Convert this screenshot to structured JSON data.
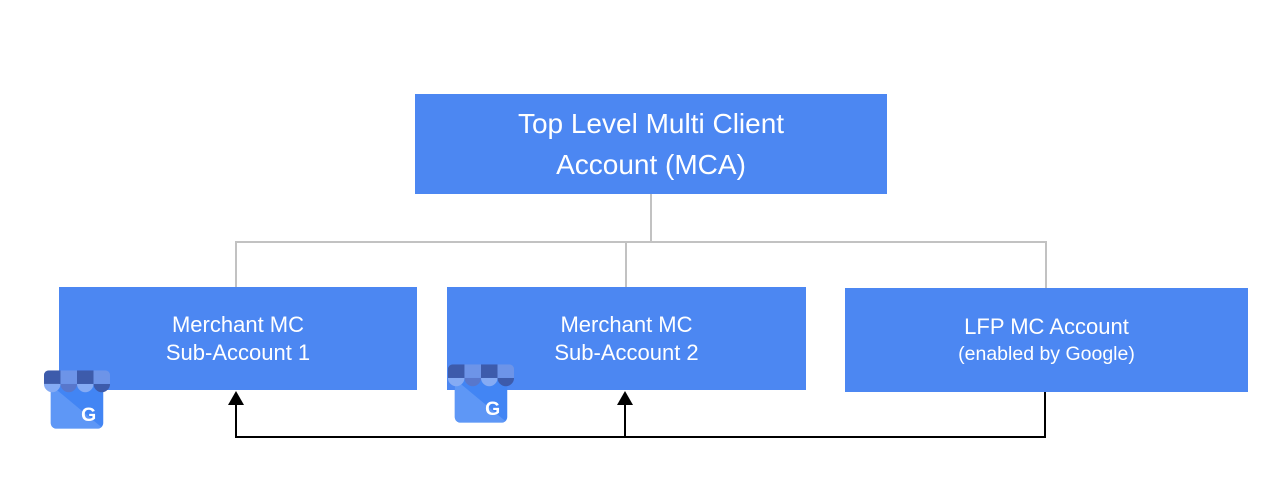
{
  "diagram": {
    "root": {
      "line1": "Top Level Multi Client",
      "line2": "Account (MCA)"
    },
    "children": [
      {
        "id": "sub1",
        "line1": "Merchant MC",
        "line2": "Sub-Account 1",
        "icon": "google-business-storefront-icon"
      },
      {
        "id": "sub2",
        "line1": "Merchant MC",
        "line2": "Sub-Account 2",
        "icon": "google-business-storefront-icon"
      },
      {
        "id": "lfp",
        "line1": "LFP MC Account",
        "line2": "(enabled by Google)",
        "icon": null
      }
    ],
    "edges": {
      "tree": [
        {
          "from": "root",
          "to": "sub1"
        },
        {
          "from": "root",
          "to": "sub2"
        },
        {
          "from": "root",
          "to": "lfp"
        }
      ],
      "flow_arrows": [
        {
          "from": "lfp",
          "to": "sub1"
        },
        {
          "from": "lfp",
          "to": "sub2"
        }
      ]
    },
    "colors": {
      "node_fill": "#4c87f2",
      "node_text": "#ffffff",
      "tree_line": "#c2c2c2",
      "flow_line": "#000000"
    },
    "icons": {
      "name": "google-business-storefront-icon",
      "letter": "G"
    }
  }
}
